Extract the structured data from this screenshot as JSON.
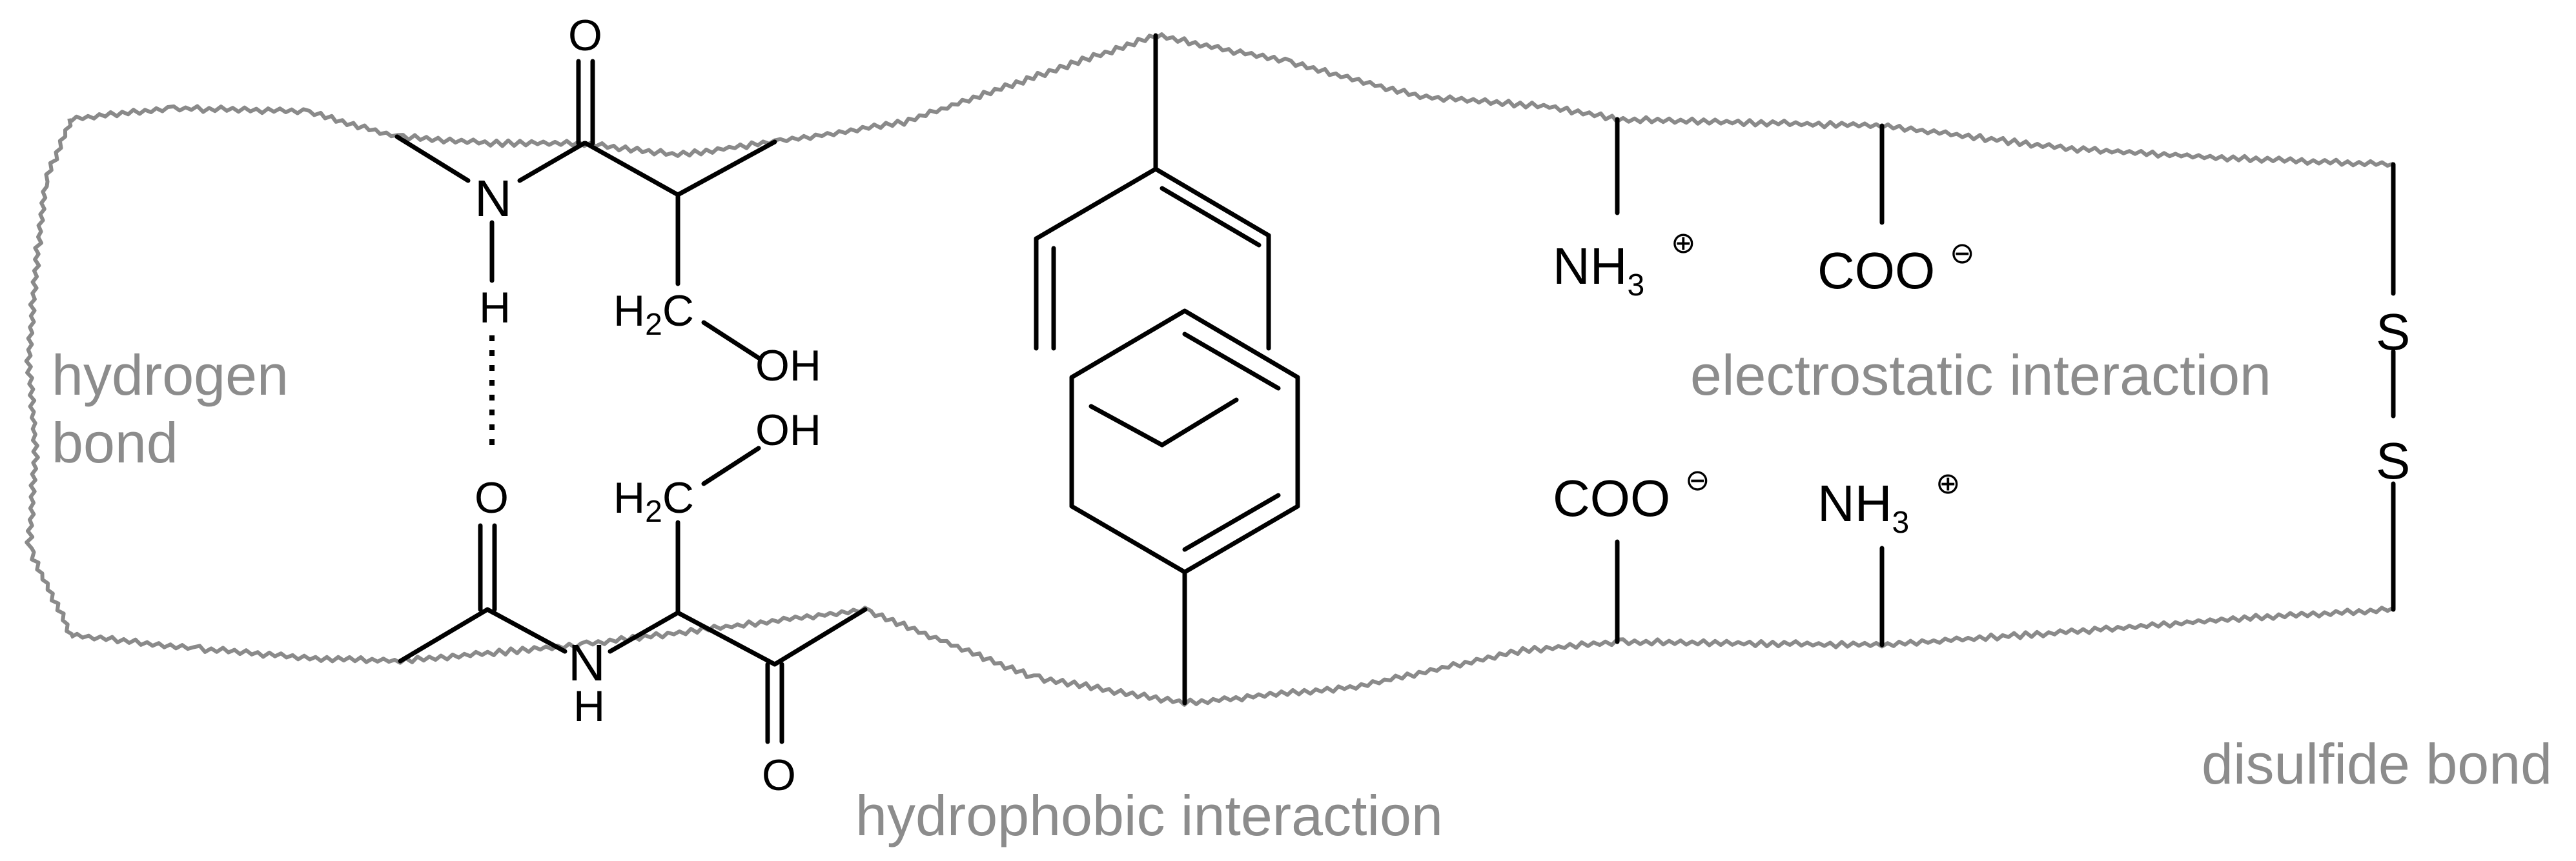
{
  "captions": {
    "hydrogen_bond_line1": "hydrogen",
    "hydrogen_bond_line2": "bond",
    "hydrophobic": "hydrophobic interaction",
    "electrostatic": "electrostatic interaction",
    "disulfide": "disulfide bond"
  },
  "atoms": {
    "o_top": "O",
    "n_top": "N",
    "h_top": "H",
    "h2c_top_h": "H",
    "h2c_top_sub": "2",
    "h2c_top_c": "C",
    "oh_top": "OH",
    "o_mid": "O",
    "h2c_bottom_h": "H",
    "h2c_bottom_sub": "2",
    "h2c_bottom_c": "C",
    "oh_bottom": "OH",
    "n_bottom": "N",
    "h_bottom": "H",
    "o_bottom": "O",
    "nh3_top_main": "NH",
    "nh3_top_sub": "3",
    "nh3_top_charge": "⊕",
    "coo_top_main": "COO",
    "coo_top_charge": "⊖",
    "coo_bottom_main": "COO",
    "coo_bottom_charge": "⊖",
    "nh3_bottom_main": "NH",
    "nh3_bottom_sub": "3",
    "nh3_bottom_charge": "⊕",
    "s_top": "S",
    "s_bottom": "S"
  },
  "colors": {
    "backbone": "#8a8a8a",
    "caption": "#8c8c8c",
    "bonds": "#000000"
  }
}
